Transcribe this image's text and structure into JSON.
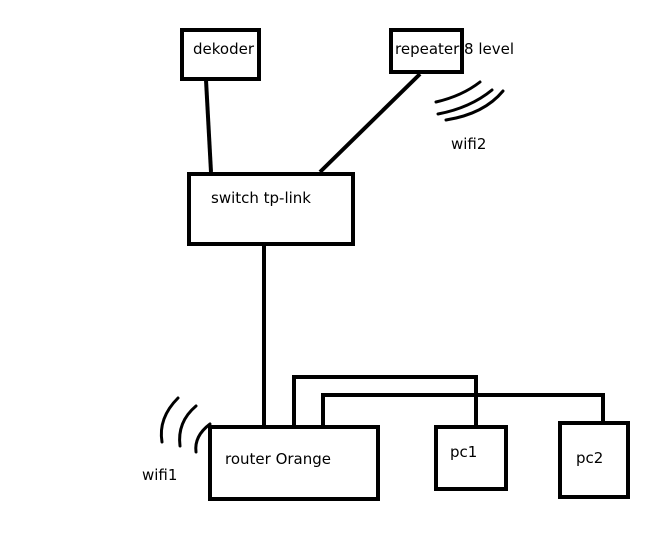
{
  "nodes": {
    "dekoder": "dekoder",
    "repeater": "repeater 8 level",
    "switch": "switch tp-link",
    "router": "router Orange",
    "pc1": "pc1",
    "pc2": "pc2"
  },
  "wifi": {
    "wifi1": "wifi1",
    "wifi2": "wifi2"
  },
  "colors": {
    "stroke": "#000000",
    "background": "#ffffff"
  }
}
